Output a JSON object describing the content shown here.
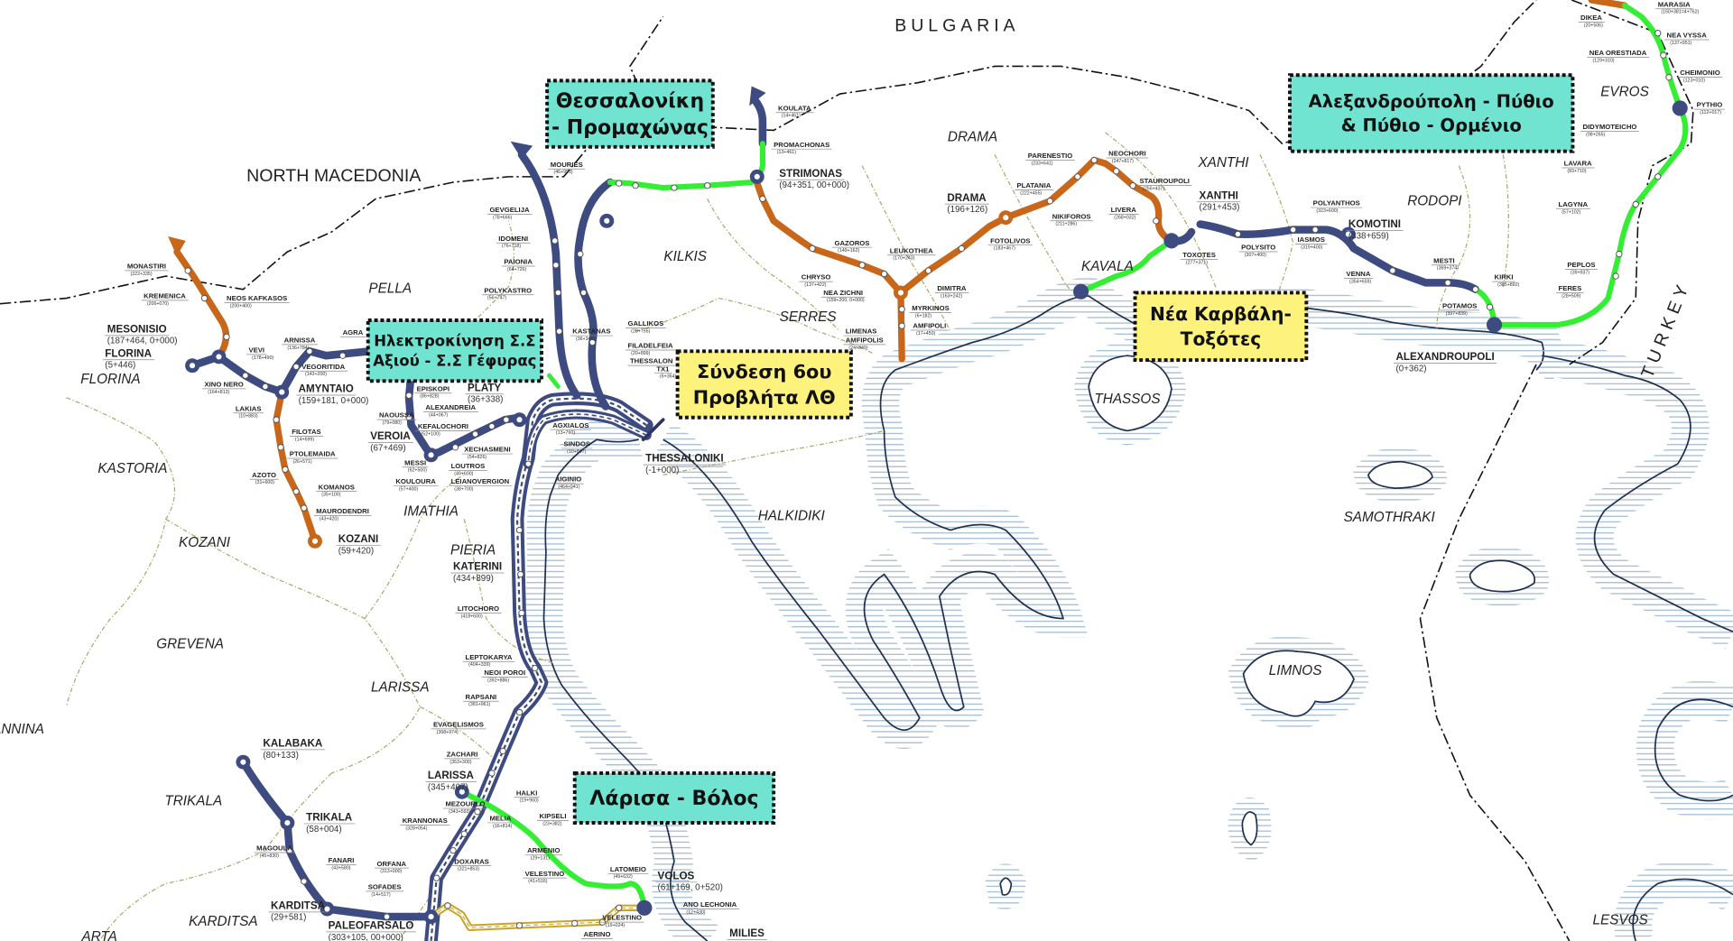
{
  "colors": {
    "electrified_line": "#3d4b80",
    "non_electrified_line": "#c8661a",
    "new_electrification": "#33ee33",
    "secondary_line": "#c9a32a",
    "callout_teal": "#70e3d1",
    "callout_yellow": "#fdf27b",
    "sea_hatch": "#a9bfd4",
    "coastline": "#1f3050",
    "regional_border": "#a8a86a"
  },
  "countries": [
    "BULGARIA",
    "NORTH MACEDONIA",
    "TURKEY"
  ],
  "regions": [
    "FLORINA",
    "KASTORIA",
    "KOZANI",
    "GREVENA",
    "IOANNINA",
    "TRIKALA",
    "KARDITSA",
    "ARTA",
    "LARISSA",
    "PIERIA",
    "IMATHIA",
    "PELLA",
    "KILKIS",
    "SERRES",
    "DRAMA",
    "KAVALA",
    "XANTHI",
    "RODOPI",
    "EVROS",
    "THASSOS",
    "SAMOTHRAKI",
    "LIMNOS",
    "LESVOS",
    "HALKIDIKI"
  ],
  "callouts": [
    {
      "lines": [
        "Θεσσαλονίκη",
        "- Προμαχώνας"
      ]
    },
    {
      "lines": [
        "Ηλεκτροκίνηση Σ.Σ",
        "Αξιού - Σ.Σ Γέφυρας"
      ]
    },
    {
      "lines": [
        "Σύνδεση 6ου",
        "Προβλήτα ΛΘ"
      ]
    },
    {
      "lines": [
        "Νέα Καρβάλη-",
        "Τοξότες"
      ]
    },
    {
      "lines": [
        "Αλεξανδρούπολη - Πύθιο",
        "& Πύθιο - Ορμένιο"
      ]
    },
    {
      "lines": [
        "Λάρισα - Βόλος"
      ]
    }
  ],
  "stations": [
    {
      "name": "MONASTIRI",
      "km": "(222+335)"
    },
    {
      "name": "KREMENICA",
      "km": "(206+070)"
    },
    {
      "name": "NEOS KAFKASOS",
      "km": "(200+400)"
    },
    {
      "name": "MESONISIO",
      "km": "(187+464, 0+000)"
    },
    {
      "name": "FLORINA",
      "km": "(5+446)"
    },
    {
      "name": "XINO NERO",
      "km": "(164+813)"
    },
    {
      "name": "VEVI",
      "km": "(178+490)"
    },
    {
      "name": "ARNISSA",
      "km": "(136+784)"
    },
    {
      "name": "AGRA",
      "km": ""
    },
    {
      "name": "VEGORITIDA",
      "km": "(143+200)"
    },
    {
      "name": "AMYNTAIO",
      "km": "(159+181, 0+000)"
    },
    {
      "name": "LAKIAS",
      "km": "(10+883)"
    },
    {
      "name": "FILOTAS",
      "km": "(14+699)"
    },
    {
      "name": "PTOLEMAIDA",
      "km": "(26+571)"
    },
    {
      "name": "AZOTO",
      "km": "(31+600)"
    },
    {
      "name": "KOMANOS",
      "km": "(35+100)"
    },
    {
      "name": "MAURODENDRI",
      "km": "(43+420)"
    },
    {
      "name": "KOZANI",
      "km": "(59+420)"
    },
    {
      "name": "EPISKOPI",
      "km": "(86+828)"
    },
    {
      "name": "NAOUSSA",
      "km": "(79+080)"
    },
    {
      "name": "ALEXANDREIA",
      "km": "(44+067)"
    },
    {
      "name": "PLATY",
      "km": "(36+338)"
    },
    {
      "name": "KEFALOCHORI",
      "km": "(52+100)"
    },
    {
      "name": "VEROIA",
      "km": "(67+469)"
    },
    {
      "name": "XECHASMENI",
      "km": "(54+826)"
    },
    {
      "name": "MESSI",
      "km": "(62+500)"
    },
    {
      "name": "LOUTROS",
      "km": "(49+600)"
    },
    {
      "name": "KOULOURA",
      "km": "(57+400)"
    },
    {
      "name": "LEIANOVERGION",
      "km": "(38+700)"
    },
    {
      "name": "GEVGELIJA",
      "km": "(78+666)"
    },
    {
      "name": "IDOMENI",
      "km": "(76+718)"
    },
    {
      "name": "PAIONIA",
      "km": "(64+726)"
    },
    {
      "name": "POLYKASTRO",
      "km": "(56+747)"
    },
    {
      "name": "KASTANAS",
      "km": "(36+346)"
    },
    {
      "name": "GALLIKOS",
      "km": "(28+755)"
    },
    {
      "name": "FILADELFEIA",
      "km": "(20+899)"
    },
    {
      "name": "THESSALON",
      "km": ""
    },
    {
      "name": "TX1",
      "km": "(6+364)"
    },
    {
      "name": "AGXIALOS",
      "km": "(13+760)"
    },
    {
      "name": "SINDOS",
      "km": "(10+847)"
    },
    {
      "name": "THESSALONIKI",
      "km": "(-1+000)"
    },
    {
      "name": "AIGINIO",
      "km": "(464+941)"
    },
    {
      "name": "MOURIES",
      "km": "(46+993)"
    },
    {
      "name": "KOULATA",
      "km": "(14+461)"
    },
    {
      "name": "PROMACHONAS",
      "km": "(13+461)"
    },
    {
      "name": "STRIMONAS",
      "km": "(94+351, 00+000)"
    },
    {
      "name": "GAZOROS",
      "km": "(149+162)"
    },
    {
      "name": "CHRYSO",
      "km": "(137+422)"
    },
    {
      "name": "NEA ZICHNI",
      "km": "(159+200, 0+000)"
    },
    {
      "name": "LIMENAS",
      "km": ""
    },
    {
      "name": "AMFIPOLIS",
      "km": "(24+849)"
    },
    {
      "name": "LEUKOTHEA",
      "km": "(170+243)"
    },
    {
      "name": "DIMITRA",
      "km": "(163+242)"
    },
    {
      "name": "MYRKINOS",
      "km": "(6+182)"
    },
    {
      "name": "AMFIPOLI",
      "km": "(17+450)"
    },
    {
      "name": "DRAMA",
      "km": "(196+126)"
    },
    {
      "name": "FOTOLIVOS",
      "km": "(183+467)"
    },
    {
      "name": "PLATANIA",
      "km": "(222+455)"
    },
    {
      "name": "NIKIFOROS",
      "km": "(211+286)"
    },
    {
      "name": "PARENESTIO",
      "km": "(233+641)"
    },
    {
      "name": "NEOCHORI",
      "km": "(247+817)"
    },
    {
      "name": "STAUROUPOLI",
      "km": "(256+437)"
    },
    {
      "name": "LIVERA",
      "km": "(268+032)"
    },
    {
      "name": "TOXOTES",
      "km": "(277+371)"
    },
    {
      "name": "XANTHI",
      "km": "(291+453)"
    },
    {
      "name": "POLYSITO",
      "km": "(307+400)"
    },
    {
      "name": "POLYANTHOS",
      "km": "(323+600)"
    },
    {
      "name": "IASMOS",
      "km": "(319+400)"
    },
    {
      "name": "KOMOTINI",
      "km": "(338+659)"
    },
    {
      "name": "VENNA",
      "km": "(354+659)"
    },
    {
      "name": "MESTI",
      "km": "(369+374)"
    },
    {
      "name": "KIRKI",
      "km": "(385+892)"
    },
    {
      "name": "POTAMOS",
      "km": "(397+839)"
    },
    {
      "name": "ALEXANDROUPOLI",
      "km": "(0+362)"
    },
    {
      "name": "MARASIA",
      "km": "(150+381=4+762)"
    },
    {
      "name": "DIKEA",
      "km": "(20+506)"
    },
    {
      "name": "NEA VYSSA",
      "km": "(137+951)"
    },
    {
      "name": "NEA ORESTIADA",
      "km": "(129+310)"
    },
    {
      "name": "CHEIMONIO",
      "km": "(123+010)"
    },
    {
      "name": "PYTHIO",
      "km": "(112+017)"
    },
    {
      "name": "DIDYMOTEICHO",
      "km": "(98+265)"
    },
    {
      "name": "LAVARA",
      "km": "(83+710)"
    },
    {
      "name": "LAGYNA",
      "km": "(57+102)"
    },
    {
      "name": "PEPLOS",
      "km": "(39+937)"
    },
    {
      "name": "FERES",
      "km": "(28+509)"
    },
    {
      "name": "KATERINI",
      "km": "(434+899)"
    },
    {
      "name": "LITOCHORO",
      "km": "(418+600)"
    },
    {
      "name": "LEPTOKARYA",
      "km": "(404+339)"
    },
    {
      "name": "NEOI POROI",
      "km": "(392+886)"
    },
    {
      "name": "RAPSANI",
      "km": "(381+961)"
    },
    {
      "name": "EVAGELISMOS",
      "km": "(368+974)"
    },
    {
      "name": "ZACHARI",
      "km": "(353+300)"
    },
    {
      "name": "LARISSA",
      "km": "(345+407)"
    },
    {
      "name": "MEZOURLO",
      "km": "(343+593)"
    },
    {
      "name": "KRANNONAS",
      "km": "(328+054)"
    },
    {
      "name": "HALKI",
      "km": "(19+960)"
    },
    {
      "name": "MELIA",
      "km": "(16+814)"
    },
    {
      "name": "KIPSELI",
      "km": "(23+382)"
    },
    {
      "name": "ARMENIO",
      "km": "(29+131)"
    },
    {
      "name": "VELESTINO",
      "km": "(41+516)"
    },
    {
      "name": "LATOMEIO",
      "km": "(49+632)"
    },
    {
      "name": "VOLOS",
      "km": "(61+169, 0+520)"
    },
    {
      "name": "ANO LECHONIA",
      "km": "(12+430)"
    },
    {
      "name": "VELESTINO",
      "km": "(19+024)"
    },
    {
      "name": "AERINO",
      "km": ""
    },
    {
      "name": "MILIES",
      "km": ""
    },
    {
      "name": "DOXARAS",
      "km": "(321+853)"
    },
    {
      "name": "ORFANA",
      "km": "(313+000)"
    },
    {
      "name": "SOFADES",
      "km": "(14+517)"
    },
    {
      "name": "KALABAKA",
      "km": "(80+133)"
    },
    {
      "name": "TRIKALA",
      "km": "(58+004)"
    },
    {
      "name": "MAGOULA",
      "km": "(45+830)"
    },
    {
      "name": "FANARI",
      "km": "(43+580)"
    },
    {
      "name": "KARDITSA",
      "km": "(29+581)"
    },
    {
      "name": "PALEOFARSALO",
      "km": "(303+105, 00+000)"
    }
  ]
}
